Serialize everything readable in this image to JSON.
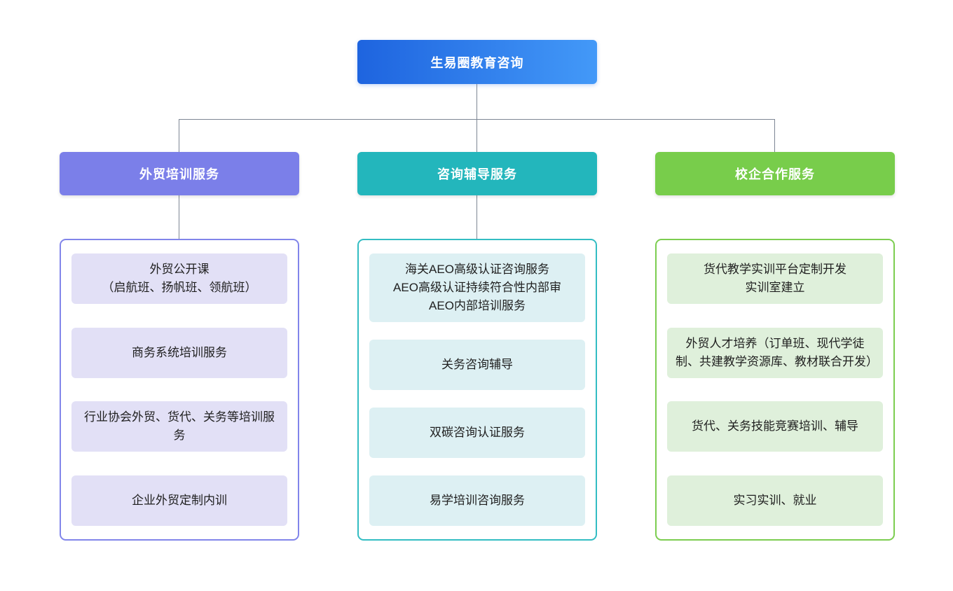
{
  "root": {
    "label": "生易圈教育咨询"
  },
  "colors": {
    "root_gradient_start": "#1E64DF",
    "root_gradient_end": "#4399F8",
    "connector_line": "#7D8694",
    "branch_1": {
      "header_bg": "#7B7FE9",
      "container_border": "#8185EA",
      "item_bg": "#E2E0F6"
    },
    "branch_2": {
      "header_bg": "#23B6BC",
      "container_border": "#33BDC3",
      "item_bg": "#DDF0F3"
    },
    "branch_3": {
      "header_bg": "#78CD4B",
      "container_border": "#7CCD50",
      "item_bg": "#DFF0DB"
    }
  },
  "branches": [
    {
      "label": "外贸培训服务",
      "items": [
        {
          "lines": [
            "外贸公开课",
            "（启航班、扬帆班、领航班）"
          ]
        },
        {
          "lines": [
            "商务系统培训服务"
          ]
        },
        {
          "lines": [
            "行业协会外贸、货代、关务等培训服务"
          ]
        },
        {
          "lines": [
            "企业外贸定制内训"
          ]
        }
      ]
    },
    {
      "label": "咨询辅导服务",
      "items": [
        {
          "lines": [
            "海关AEO高级认证咨询服务",
            "AEO高级认证持续符合性内部审",
            "AEO内部培训服务"
          ]
        },
        {
          "lines": [
            "关务咨询辅导"
          ]
        },
        {
          "lines": [
            "双碳咨询认证服务"
          ]
        },
        {
          "lines": [
            "易学培训咨询服务"
          ]
        }
      ]
    },
    {
      "label": "校企合作服务",
      "items": [
        {
          "lines": [
            "货代教学实训平台定制开发",
            "实训室建立"
          ]
        },
        {
          "lines": [
            "外贸人才培养（订单班、现代学徒制、共建教学资源库、教材联合开发）"
          ]
        },
        {
          "lines": [
            "货代、关务技能竞赛培训、辅导"
          ]
        },
        {
          "lines": [
            "实习实训、就业"
          ]
        }
      ]
    }
  ]
}
